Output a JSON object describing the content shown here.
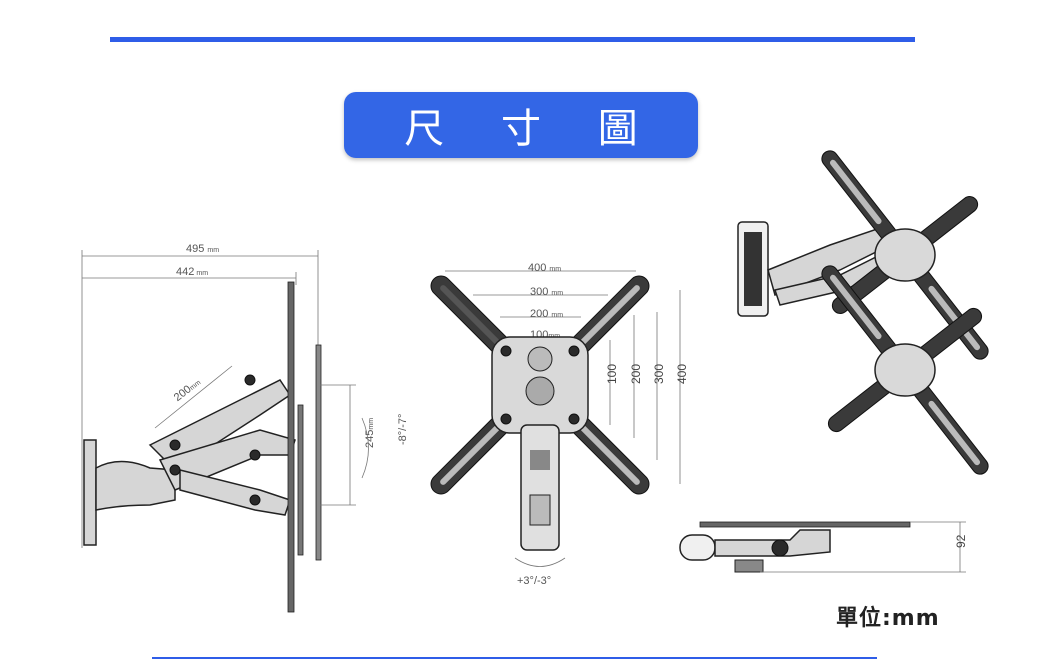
{
  "title": "尺 寸 圖",
  "unit_label": "單位:mm",
  "side_view": {
    "overall_width": "495",
    "arm_width": "442",
    "arm_reach": "200",
    "plate_height": "245",
    "tilt": "-8°/-7°",
    "unit": "mm"
  },
  "front_view": {
    "h400": "400",
    "h300": "300",
    "h200": "200",
    "h100": "100",
    "v100": "100",
    "v200": "200",
    "v300": "300",
    "v400": "400",
    "unit": "mm",
    "rotation": "+3°/-3°"
  },
  "top_view": {
    "depth": "92"
  },
  "colors": {
    "accent": "#3366e6",
    "rule": "#2f5de8"
  }
}
